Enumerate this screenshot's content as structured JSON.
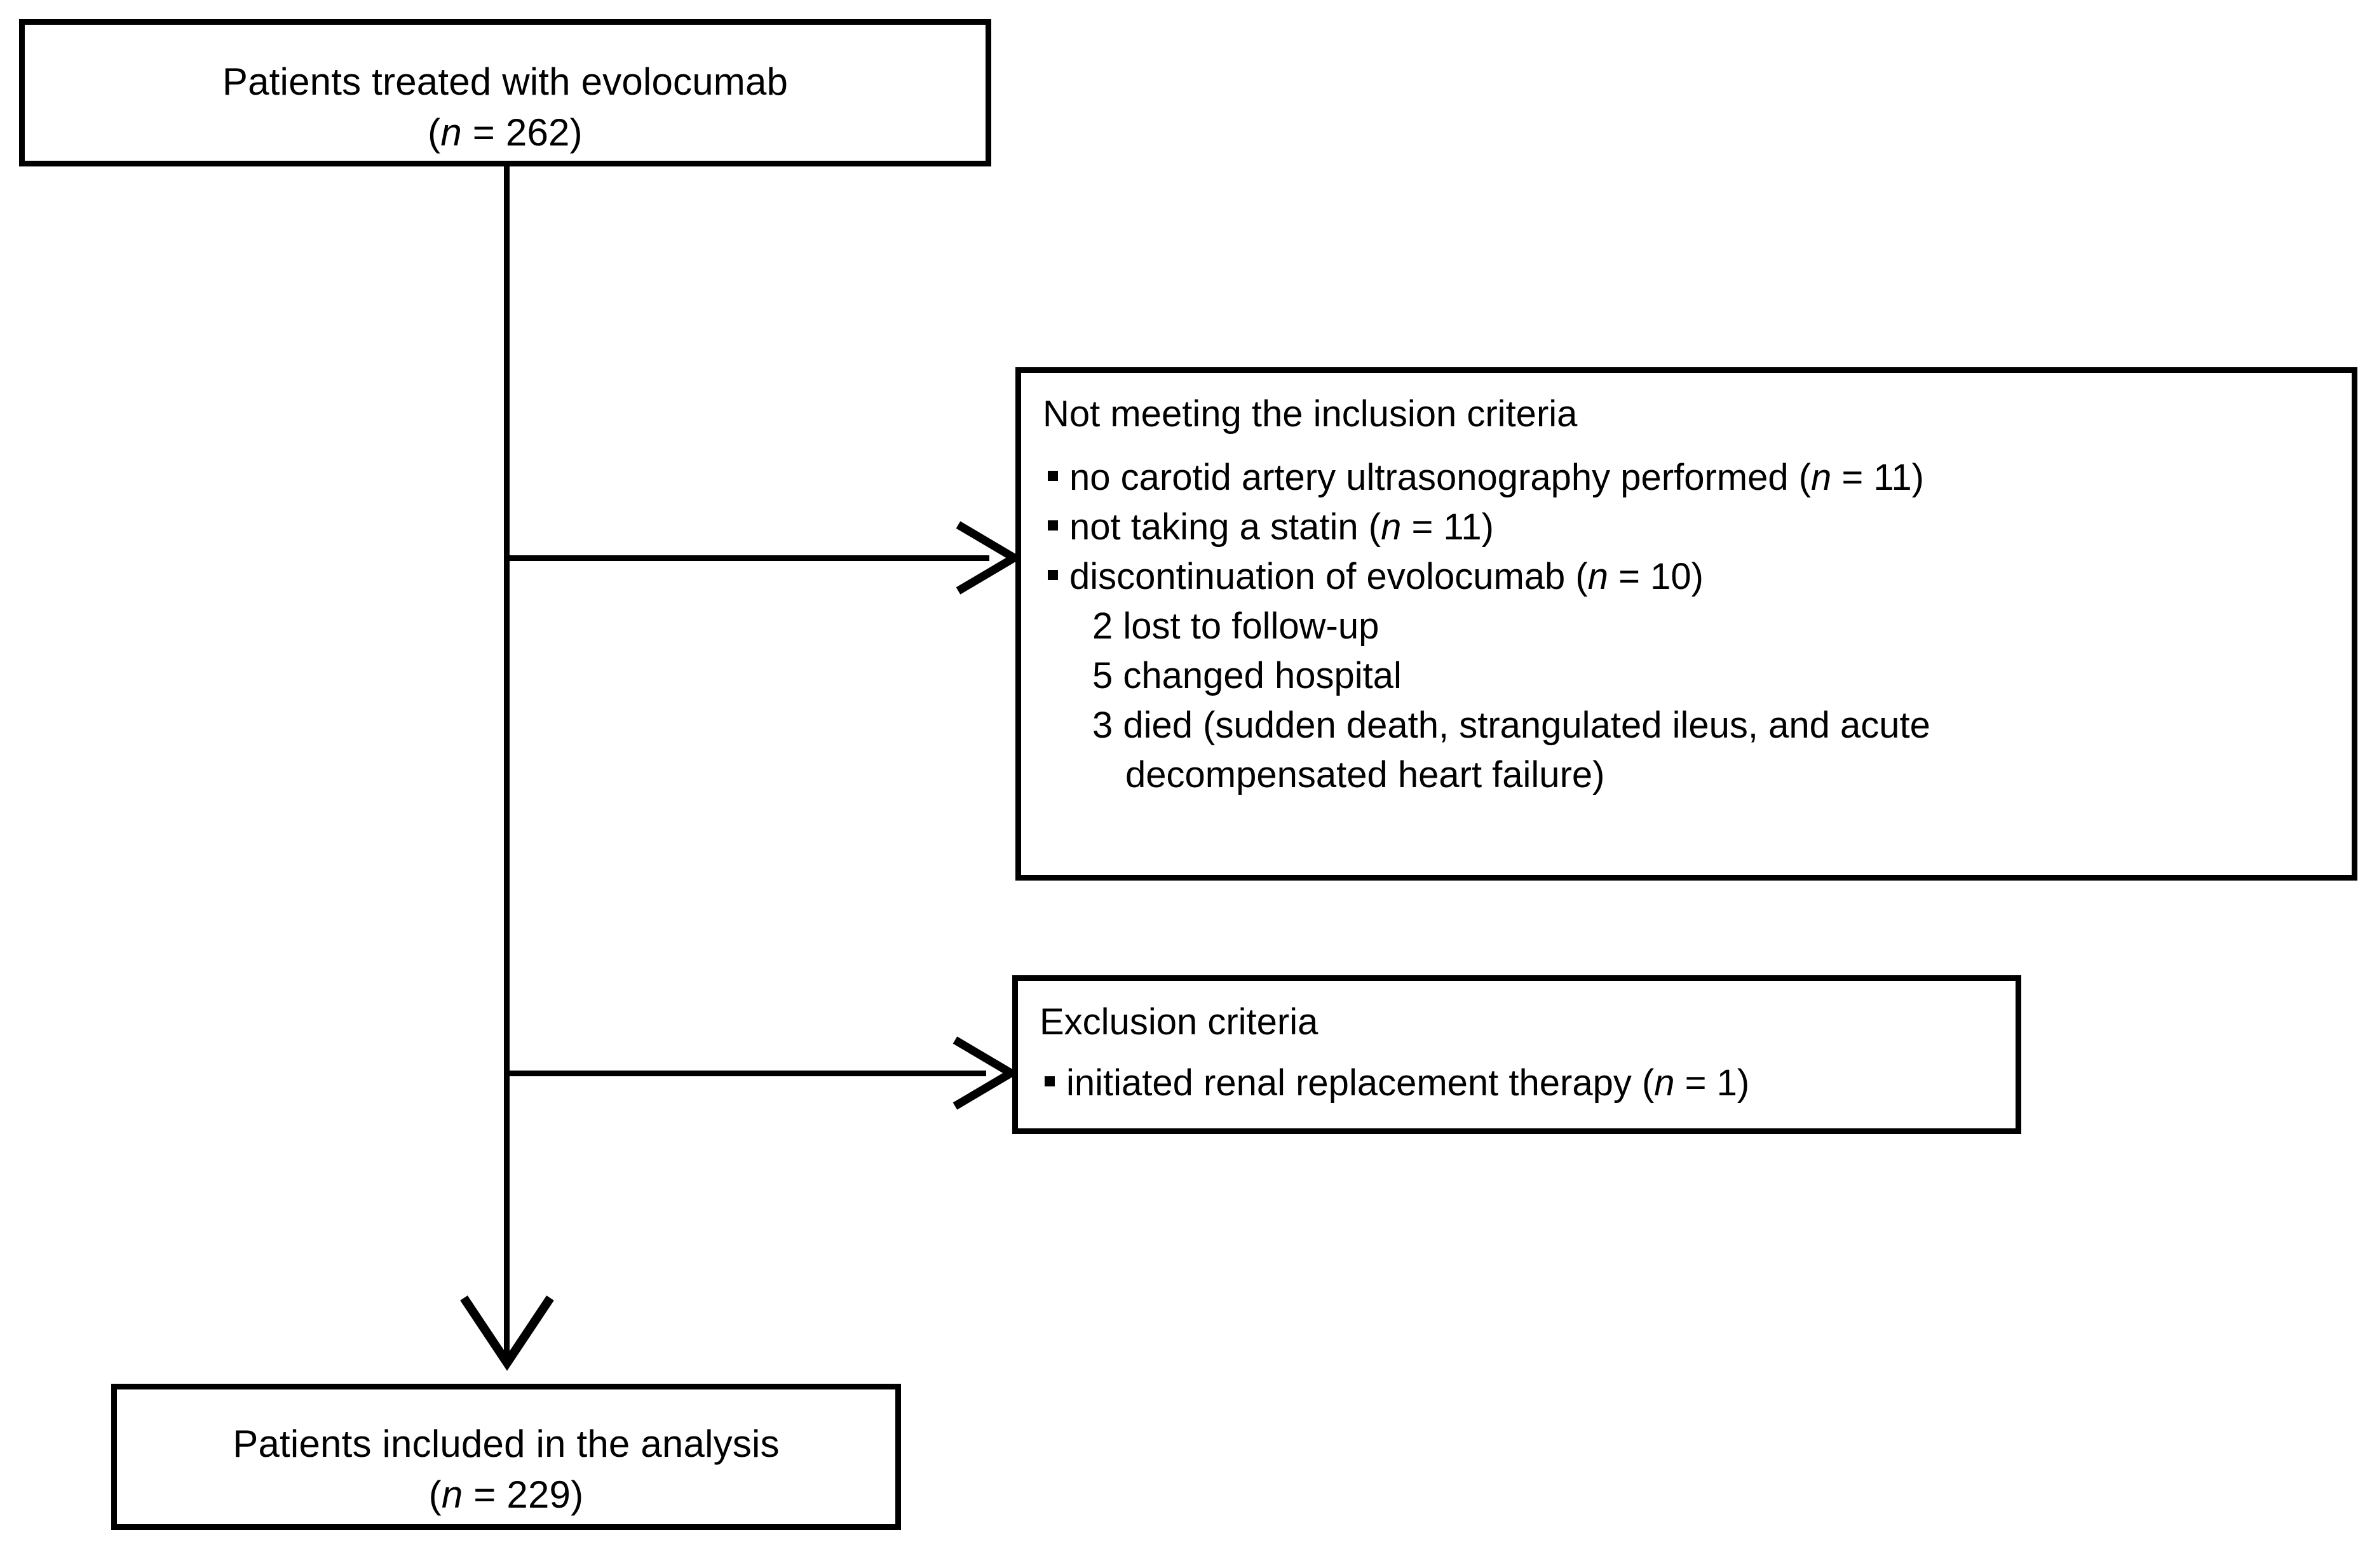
{
  "figure": {
    "type": "patient-flow-diagram",
    "background_color": "#ffffff",
    "line_color": "#000000"
  },
  "boxes": {
    "enrolled": {
      "line1": "Patients treated with evolocumab",
      "line2_prefix": "(",
      "line2_var": "n",
      "line2_suffix": " = 262)",
      "count": 262
    },
    "not_meeting_inclusion": {
      "heading": "Not meeting the inclusion criteria",
      "items": [
        {
          "text": "no carotid artery ultrasonography performed (",
          "var": "n",
          "tail": " = 11)",
          "count": 11
        },
        {
          "text": "not taking a statin (",
          "var": "n",
          "tail": " = 11)",
          "count": 11
        },
        {
          "text": "discontinuation of evolocumab (",
          "var": "n",
          "tail": " = 10)",
          "count": 10
        }
      ],
      "sub_items": [
        "2 lost to follow-up",
        "5 changed hospital",
        "3 died (sudden death, strangulated ileus, and acute",
        "decompensated heart failure)"
      ]
    },
    "exclusion": {
      "heading": "Exclusion criteria",
      "items": [
        {
          "text": "initiated renal replacement therapy (",
          "var": "n",
          "tail": " = 1)",
          "count": 1
        }
      ]
    },
    "analyzed": {
      "line1": "Patients included in the analysis",
      "line2_prefix": "(",
      "line2_var": "n",
      "line2_suffix": " = 229)",
      "count": 229
    }
  },
  "connectors": {
    "trunk_label": "main-flow-line",
    "branch1_label": "branch-to-inclusion-box",
    "branch2_label": "branch-to-exclusion-box",
    "terminal_label": "arrow-to-analysis-box"
  }
}
